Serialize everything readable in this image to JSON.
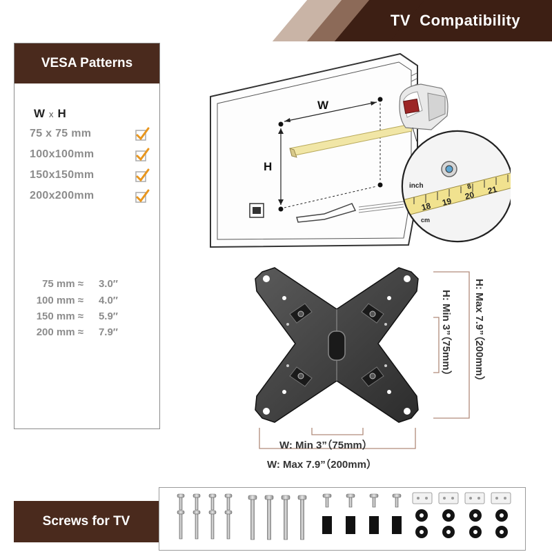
{
  "banner": {
    "title": "TV  Compatibility"
  },
  "vesa": {
    "heading": "VESA Patterns",
    "wh_w": "W",
    "wh_x": "x",
    "wh_h": "H",
    "patterns": [
      "75 x 75 mm",
      "100x100mm",
      "150x150mm",
      "200x200mm"
    ],
    "conversions": [
      {
        "mm": "75 mm ≈",
        "inch": "3.0″"
      },
      {
        "mm": "100 mm ≈",
        "inch": "4.0″"
      },
      {
        "mm": "150 mm ≈",
        "inch": "5.9″"
      },
      {
        "mm": "200 mm ≈",
        "inch": "7.9″"
      }
    ]
  },
  "tv_diagram": {
    "w_label": "W",
    "h_label": "H",
    "inch_label": "inch",
    "cm_label": "cm",
    "tape_numbers": [
      "18",
      "19",
      "20",
      "21"
    ],
    "inch_numbers": [
      "8"
    ]
  },
  "plate": {
    "w_min": "W: Min  3”（75mm）",
    "w_max": "W: Max  7.9”（200mm）",
    "h_min": "H: Min  3”（75mm）",
    "h_max": "H: Max  7.9”（200mm）"
  },
  "screws": {
    "heading": "Screws for TV"
  },
  "colors": {
    "brown_dark": "#3d1f14",
    "brown": "#4a2a1d",
    "tan": "#b39a8a",
    "check": "#e8961e"
  }
}
